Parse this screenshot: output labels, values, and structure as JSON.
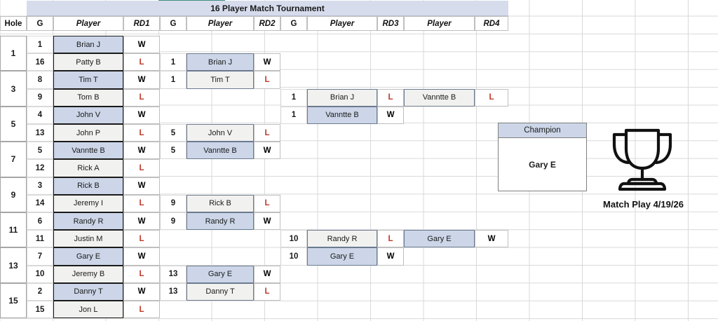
{
  "title": "16 Player Match Tournament",
  "footer_label": "Match Play 4/19/26",
  "colors": {
    "title_band": "#d6dcec",
    "winner_fill": "#ccd6e8",
    "loser_fill": "#f1f1ef",
    "loss_text": "#c0392b",
    "accent_line": "#3f8f7d"
  },
  "headers": {
    "hole": "Hole",
    "g1": "G",
    "player1": "Player",
    "rd1": "RD1",
    "g2": "G",
    "player2": "Player",
    "rd2": "RD2",
    "g3": "G",
    "player3": "Player",
    "rd3": "RD3",
    "player4": "Player",
    "rd4": "RD4"
  },
  "holes": [
    "1",
    "3",
    "5",
    "7",
    "9",
    "11",
    "13",
    "15"
  ],
  "round1": [
    {
      "seed": "1",
      "player": "Brian J",
      "result": "W"
    },
    {
      "seed": "16",
      "player": "Patty B",
      "result": "L"
    },
    {
      "seed": "8",
      "player": "Tim T",
      "result": "W"
    },
    {
      "seed": "9",
      "player": "Tom B",
      "result": "L"
    },
    {
      "seed": "4",
      "player": "John V",
      "result": "W"
    },
    {
      "seed": "13",
      "player": "John P",
      "result": "L"
    },
    {
      "seed": "5",
      "player": "Vanntte B",
      "result": "W"
    },
    {
      "seed": "12",
      "player": "Rick A",
      "result": "L"
    },
    {
      "seed": "3",
      "player": "Rick B",
      "result": "W"
    },
    {
      "seed": "14",
      "player": "Jeremy I",
      "result": "L"
    },
    {
      "seed": "6",
      "player": "Randy R",
      "result": "W"
    },
    {
      "seed": "11",
      "player": "Justin M",
      "result": "L"
    },
    {
      "seed": "7",
      "player": "Gary E",
      "result": "W"
    },
    {
      "seed": "10",
      "player": "Jeremy B",
      "result": "L"
    },
    {
      "seed": "2",
      "player": "Danny T",
      "result": "W"
    },
    {
      "seed": "15",
      "player": "Jon L",
      "result": "L"
    }
  ],
  "round2": [
    {
      "game": "1",
      "player": "Brian J",
      "result": "W"
    },
    {
      "game": "1",
      "player": "Tim T",
      "result": "L"
    },
    {
      "game": "5",
      "player": "John V",
      "result": "L"
    },
    {
      "game": "5",
      "player": "Vanntte B",
      "result": "W"
    },
    {
      "game": "9",
      "player": "Rick B",
      "result": "L"
    },
    {
      "game": "9",
      "player": "Randy R",
      "result": "W"
    },
    {
      "game": "13",
      "player": "Gary E",
      "result": "W"
    },
    {
      "game": "13",
      "player": "Danny T",
      "result": "L"
    }
  ],
  "round3": [
    {
      "game": "1",
      "player": "Brian J",
      "result": "L"
    },
    {
      "game": "1",
      "player": "Vanntte B",
      "result": "W"
    },
    {
      "game": "10",
      "player": "Randy R",
      "result": "L"
    },
    {
      "game": "10",
      "player": "Gary E",
      "result": "W"
    }
  ],
  "round4": [
    {
      "player": "Vanntte B",
      "result": "L"
    },
    {
      "player": "Gary E",
      "result": "W"
    }
  ],
  "champion": {
    "label": "Champion",
    "name": "Gary E"
  }
}
